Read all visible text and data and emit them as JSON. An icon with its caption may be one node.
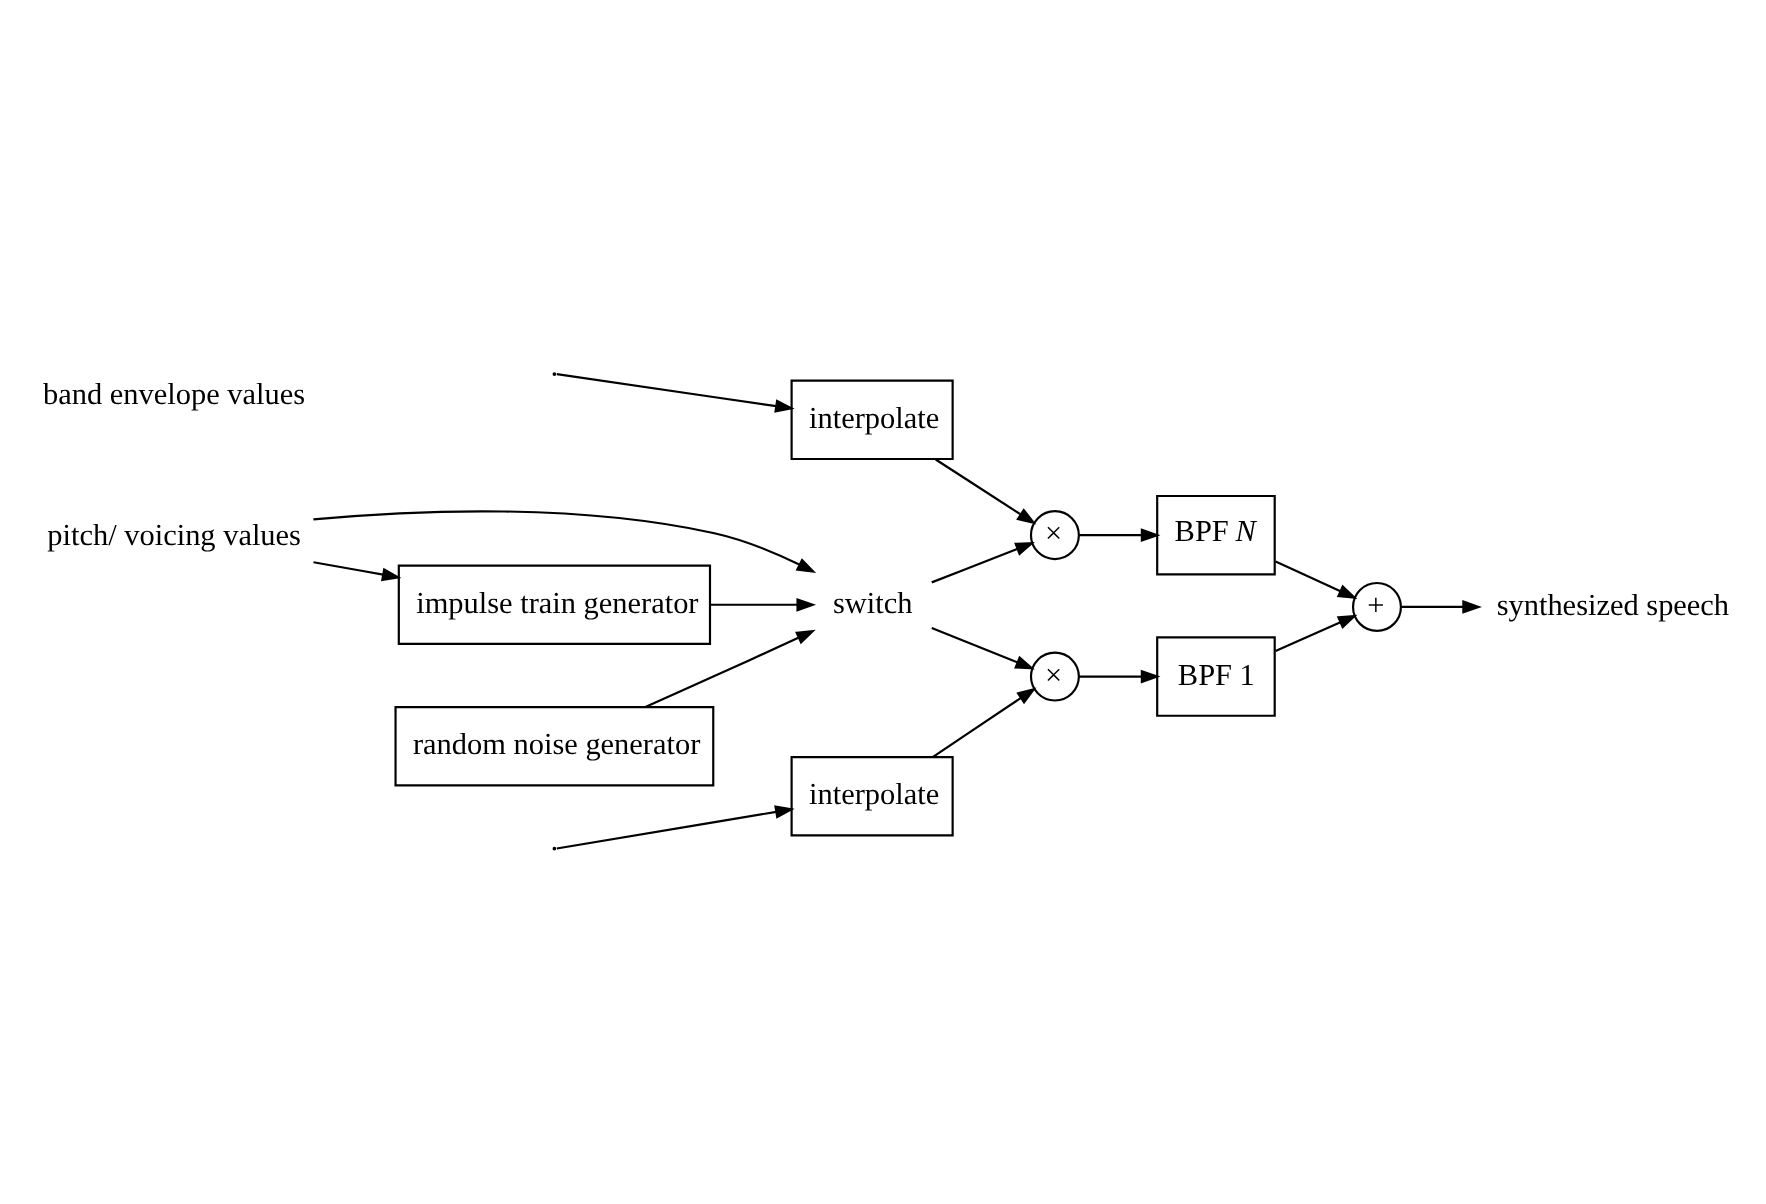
{
  "diagram": {
    "nodes": [
      {
        "text": [
          "interpolate"
        ]
      },
      {
        "text": [
          "×"
        ]
      },
      {
        "text": [
          "BPF 1"
        ]
      },
      {
        "text": [
          "interpolate"
        ]
      },
      {
        "text": [
          "×"
        ]
      },
      {
        "text": [
          "BPF *N*"
        ]
      },
      {
        "text": [
          "+"
        ]
      },
      {
        "text": [
          "synthesized speech"
        ]
      },
      {
        "text": [
          "pitch/ voicing values"
        ]
      },
      {
        "text": [
          "switch"
        ]
      },
      {
        "text": [
          "impulse train generator"
        ]
      },
      {
        "text": [
          "random noise generator"
        ]
      }
    ],
    "edges": [
      {
        "from": null,
        "to": 0,
        "arrow": "to"
      },
      {
        "from": 0,
        "to": 1,
        "arrow": "to"
      },
      {
        "from": 1,
        "to": 2,
        "arrow": "to"
      },
      {
        "from": 2,
        "to": 6,
        "arrow": "to"
      },
      {
        "from": null,
        "to": 3,
        "arrow": "to"
      },
      {
        "from": 3,
        "to": 4,
        "arrow": "to"
      },
      {
        "from": 4,
        "to": 5,
        "arrow": "to"
      },
      {
        "from": 5,
        "to": 6,
        "arrow": "to"
      },
      {
        "from": 6,
        "to": 7,
        "arrow": "to"
      },
      {
        "from": 8,
        "to": 9,
        "arrow": "to"
      },
      {
        "from": 8,
        "to": 10,
        "arrow": "to"
      },
      {
        "from": 10,
        "to": 9,
        "arrow": "to"
      },
      {
        "from": 11,
        "to": 9,
        "arrow": "to"
      },
      {
        "from": 9,
        "to": 1,
        "arrow": "to"
      },
      {
        "from": 9,
        "to": 4,
        "arrow": "to"
      }
    ],
    "labels": [
      "band envelope values"
    ]
  }
}
